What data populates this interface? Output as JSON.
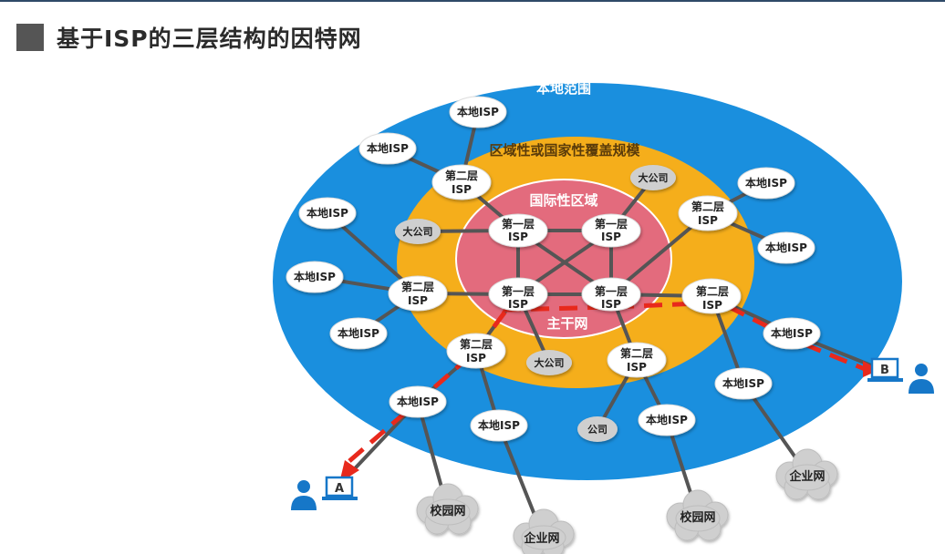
{
  "title": "基于ISP的三层结构的因特网",
  "regions": {
    "local": "本地范围",
    "regional": "区域性或国家性覆盖规模",
    "international": "国际性区域",
    "backbone": "主干网"
  },
  "nodes": {
    "t1_tl": [
      "第一层",
      "ISP"
    ],
    "t1_tr": [
      "第一层",
      "ISP"
    ],
    "t1_bl": [
      "第一层",
      "ISP"
    ],
    "t1_br": [
      "第一层",
      "ISP"
    ],
    "t2_top": [
      "第二层",
      "ISP"
    ],
    "t2_left": [
      "第二层",
      "ISP"
    ],
    "t2_bl": [
      "第二层",
      "ISP"
    ],
    "t2_bot": [
      "第二层",
      "ISP"
    ],
    "t2_right": [
      "第二层",
      "ISP"
    ],
    "t2_rtop": [
      "第二层",
      "ISP"
    ],
    "big_left": "大公司",
    "big_top": "大公司",
    "big_bot": "大公司",
    "company": "公司",
    "loc_1": "本地ISP",
    "loc_2": "本地ISP",
    "loc_3": "本地ISP",
    "loc_4": "本地ISP",
    "loc_5": "本地ISP",
    "loc_6": "本地ISP",
    "loc_7": "本地ISP",
    "loc_8": "本地ISP",
    "loc_9": "本地ISP",
    "loc_10": "本地ISP",
    "loc_11": "本地ISP",
    "loc_12": "本地ISP",
    "cloud_campus1": "校园网",
    "cloud_ent1": "企业网",
    "cloud_campus2": "校园网",
    "cloud_ent2": "企业网"
  },
  "hosts": {
    "a": "A",
    "b": "B"
  },
  "colors": {
    "outer": "#1a8fde",
    "regional": "#f5ae1b",
    "international": "#e36b7d",
    "route": "#e8291c",
    "link": "#555555",
    "host": "#1677c8"
  }
}
